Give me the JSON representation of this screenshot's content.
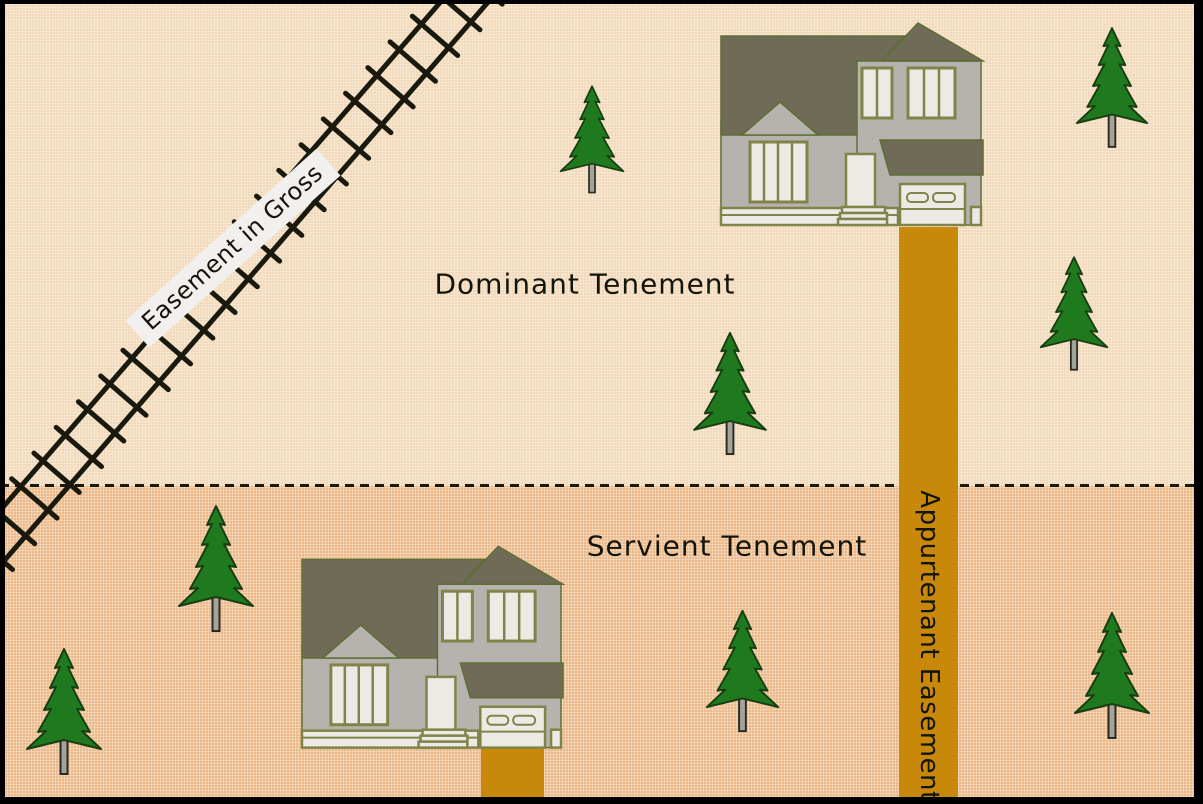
{
  "labels": {
    "easement_in_gross": "Easement in Gross",
    "dominant_tenement": "Dominant Tenement",
    "servient_tenement": "Servient Tenement",
    "appurtenant_easement": "Appurtenant Easement"
  },
  "objects": {
    "pine_trees": 8,
    "houses": 2,
    "railroad_tracks": 1,
    "roads": 2
  },
  "colors": {
    "land_top": "#f1d8b8",
    "land_bottom": "#ecb888",
    "road": "#c8890a",
    "tree": "#1f7a1f",
    "trunk": "#a3a399",
    "roof": "#6f6b57",
    "wall": "#b6b2ad",
    "window": "#eceae4",
    "frame": "#81844a",
    "outline": "#5f6e35",
    "rail": "#1a190e",
    "label_bg": "#f1f0ee",
    "text": "#141408",
    "border": "#000000"
  }
}
